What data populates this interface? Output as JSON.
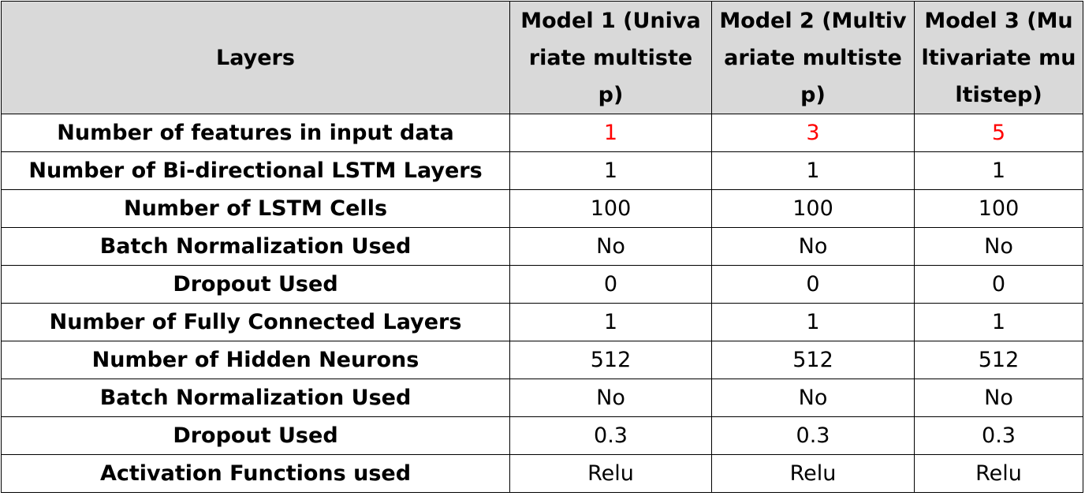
{
  "header": {
    "layers": "Layers",
    "model1": "Model 1 (Univariate multistep)",
    "model2": "Model 2 (Multivariate multistep)",
    "model3": "Model 3 (Multivariate multistep)"
  },
  "rows": [
    {
      "label": "Number of features in input data",
      "m1": "1",
      "m2": "3",
      "m3": "5"
    },
    {
      "label": "Number of Bi-directional LSTM Layers",
      "m1": "1",
      "m2": "1",
      "m3": "1"
    },
    {
      "label": "Number of LSTM Cells",
      "m1": "100",
      "m2": "100",
      "m3": "100"
    },
    {
      "label": "Batch Normalization Used",
      "m1": "No",
      "m2": "No",
      "m3": "No"
    },
    {
      "label": "Dropout Used",
      "m1": "0",
      "m2": "0",
      "m3": "0"
    },
    {
      "label": "Number of Fully Connected Layers",
      "m1": "1",
      "m2": "1",
      "m3": "1"
    },
    {
      "label": "Number of Hidden Neurons",
      "m1": "512",
      "m2": "512",
      "m3": "512"
    },
    {
      "label": "Batch Normalization Used",
      "m1": "No",
      "m2": "No",
      "m3": "No"
    },
    {
      "label": "Dropout Used",
      "m1": "0.3",
      "m2": "0.3",
      "m3": "0.3"
    },
    {
      "label": "Activation Functions used",
      "m1": "Relu",
      "m2": "Relu",
      "m3": "Relu"
    }
  ],
  "colors": {
    "header_bg": "#d9d9d9",
    "highlight": "#ff0000"
  }
}
